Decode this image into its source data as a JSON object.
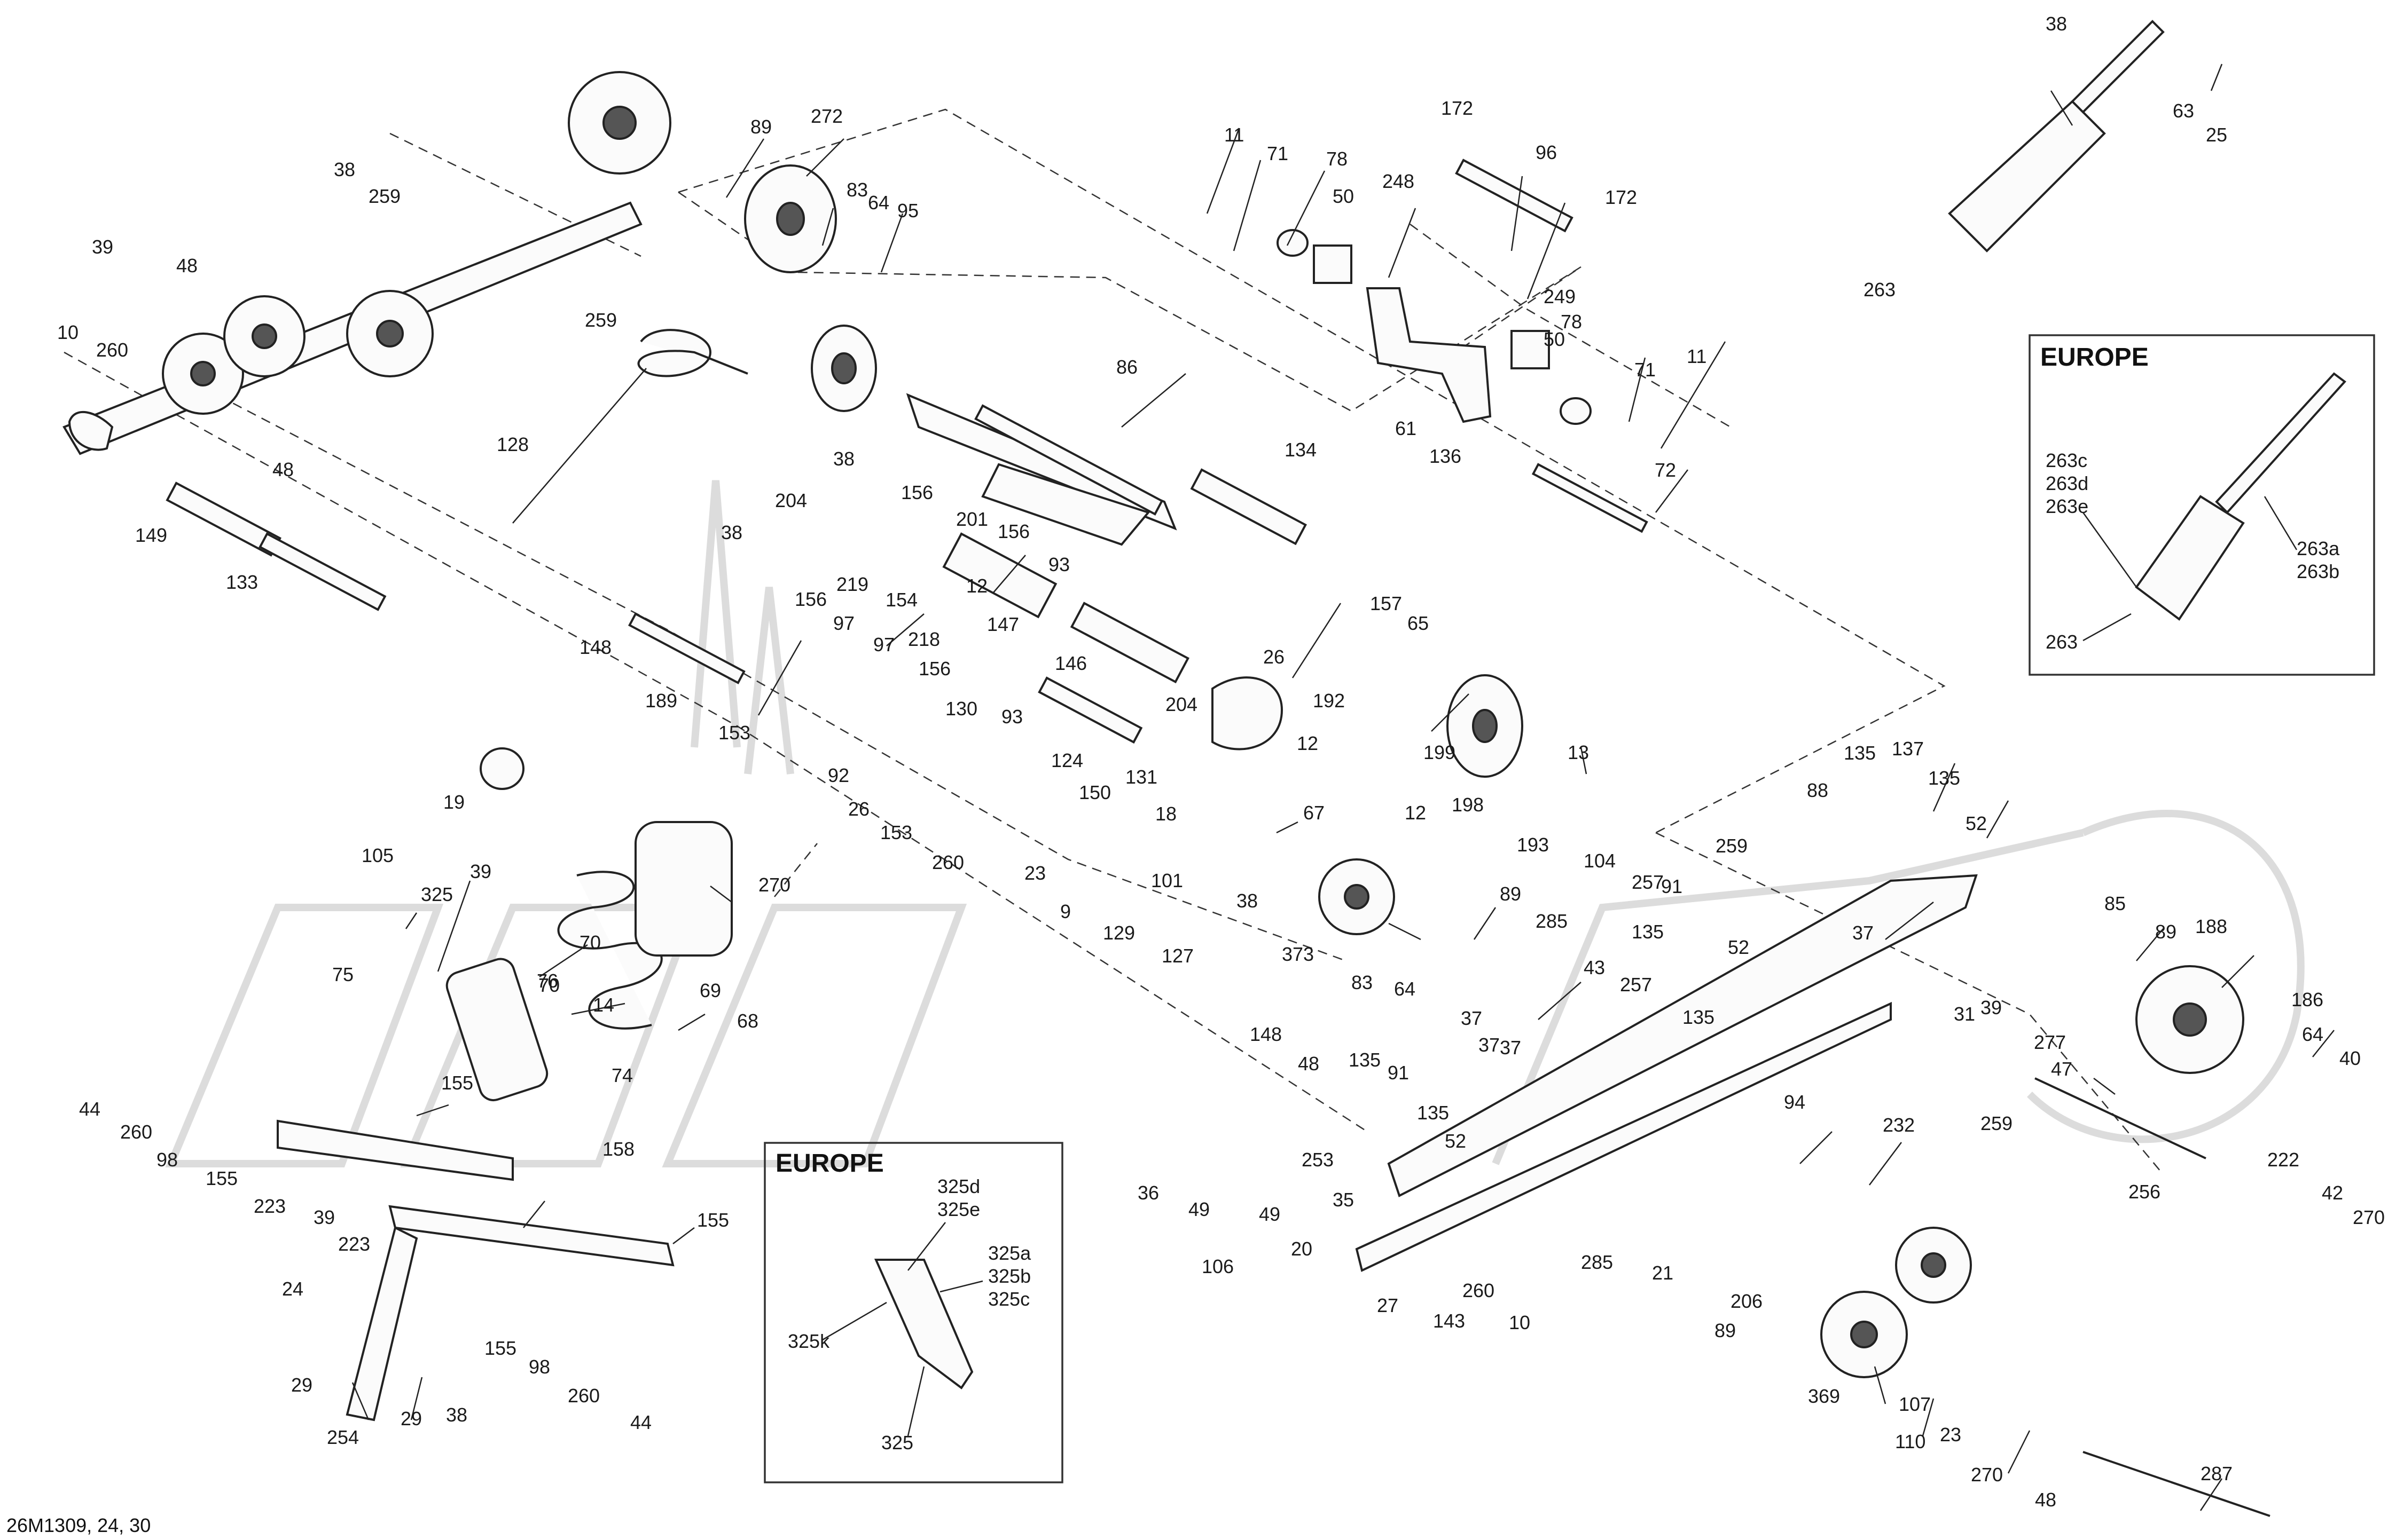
{
  "diagram": {
    "footer": "26M1309, 24, 30",
    "europe_inset_right": {
      "title": "EUROPE",
      "labels": [
        "263c",
        "263d",
        "263e",
        "263a",
        "263b",
        "263"
      ]
    },
    "europe_inset_bottom": {
      "title": "EUROPE",
      "labels": [
        "325d",
        "325e",
        "325a",
        "325b",
        "325c",
        "325k",
        "325"
      ]
    },
    "callouts": [
      {
        "id": "c001",
        "text": "38"
      },
      {
        "id": "c002",
        "text": "259"
      },
      {
        "id": "c003",
        "text": "89"
      },
      {
        "id": "c004",
        "text": "272"
      },
      {
        "id": "c005",
        "text": "83"
      },
      {
        "id": "c006",
        "text": "64"
      },
      {
        "id": "c007",
        "text": "95"
      },
      {
        "id": "c008",
        "text": "39"
      },
      {
        "id": "c009",
        "text": "48"
      },
      {
        "id": "c010",
        "text": "10"
      },
      {
        "id": "c011",
        "text": "260"
      },
      {
        "id": "c012",
        "text": "259"
      },
      {
        "id": "c013",
        "text": "11"
      },
      {
        "id": "c014",
        "text": "71"
      },
      {
        "id": "c015",
        "text": "78"
      },
      {
        "id": "c016",
        "text": "50"
      },
      {
        "id": "c017",
        "text": "248"
      },
      {
        "id": "c018",
        "text": "172"
      },
      {
        "id": "c019",
        "text": "96"
      },
      {
        "id": "c020",
        "text": "172"
      },
      {
        "id": "c021",
        "text": "38"
      },
      {
        "id": "c022",
        "text": "63"
      },
      {
        "id": "c023",
        "text": "25"
      },
      {
        "id": "c024",
        "text": "263"
      },
      {
        "id": "c025",
        "text": "249"
      },
      {
        "id": "c026",
        "text": "50"
      },
      {
        "id": "c027",
        "text": "78"
      },
      {
        "id": "c028",
        "text": "71"
      },
      {
        "id": "c029",
        "text": "11"
      },
      {
        "id": "c030",
        "text": "61"
      },
      {
        "id": "c031",
        "text": "136"
      },
      {
        "id": "c032",
        "text": "72"
      },
      {
        "id": "c033",
        "text": "86"
      },
      {
        "id": "c034",
        "text": "128"
      },
      {
        "id": "c035",
        "text": "48"
      },
      {
        "id": "c036",
        "text": "38"
      },
      {
        "id": "c037",
        "text": "156"
      },
      {
        "id": "c038",
        "text": "201"
      },
      {
        "id": "c039",
        "text": "134"
      },
      {
        "id": "c040",
        "text": "149"
      },
      {
        "id": "c041",
        "text": "133"
      },
      {
        "id": "c042",
        "text": "204"
      },
      {
        "id": "c043",
        "text": "38"
      },
      {
        "id": "c044",
        "text": "156"
      },
      {
        "id": "c045",
        "text": "93"
      },
      {
        "id": "c046",
        "text": "12"
      },
      {
        "id": "c047",
        "text": "147"
      },
      {
        "id": "c048",
        "text": "219"
      },
      {
        "id": "c049",
        "text": "156"
      },
      {
        "id": "c050",
        "text": "154"
      },
      {
        "id": "c051",
        "text": "97"
      },
      {
        "id": "c052",
        "text": "97"
      },
      {
        "id": "c053",
        "text": "218"
      },
      {
        "id": "c054",
        "text": "148"
      },
      {
        "id": "c055",
        "text": "156"
      },
      {
        "id": "c056",
        "text": "146"
      },
      {
        "id": "c057",
        "text": "157"
      },
      {
        "id": "c058",
        "text": "65"
      },
      {
        "id": "c059",
        "text": "26"
      },
      {
        "id": "c060",
        "text": "192"
      },
      {
        "id": "c061",
        "text": "189"
      },
      {
        "id": "c062",
        "text": "153"
      },
      {
        "id": "c063",
        "text": "130"
      },
      {
        "id": "c064",
        "text": "204"
      },
      {
        "id": "c065",
        "text": "93"
      },
      {
        "id": "c066",
        "text": "92"
      },
      {
        "id": "c067",
        "text": "124"
      },
      {
        "id": "c068",
        "text": "12"
      },
      {
        "id": "c069",
        "text": "199"
      },
      {
        "id": "c070",
        "text": "13"
      },
      {
        "id": "c071",
        "text": "150"
      },
      {
        "id": "c072",
        "text": "131"
      },
      {
        "id": "c073",
        "text": "26"
      },
      {
        "id": "c074",
        "text": "153"
      },
      {
        "id": "c075",
        "text": "260"
      },
      {
        "id": "c076",
        "text": "18"
      },
      {
        "id": "c077",
        "text": "12"
      },
      {
        "id": "c078",
        "text": "198"
      },
      {
        "id": "c079",
        "text": "193"
      },
      {
        "id": "c080",
        "text": "104"
      },
      {
        "id": "c081",
        "text": "257"
      },
      {
        "id": "c082",
        "text": "19"
      },
      {
        "id": "c083",
        "text": "67"
      },
      {
        "id": "c084",
        "text": "23"
      },
      {
        "id": "c085",
        "text": "9"
      },
      {
        "id": "c086",
        "text": "101"
      },
      {
        "id": "c087",
        "text": "129"
      },
      {
        "id": "c088",
        "text": "127"
      },
      {
        "id": "c089",
        "text": "38"
      },
      {
        "id": "c090",
        "text": "270"
      },
      {
        "id": "c091",
        "text": "105"
      },
      {
        "id": "c092",
        "text": "39"
      },
      {
        "id": "c093",
        "text": "325"
      },
      {
        "id": "c094",
        "text": "75"
      },
      {
        "id": "c095",
        "text": "70"
      },
      {
        "id": "c096",
        "text": "76"
      },
      {
        "id": "c097",
        "text": "70"
      },
      {
        "id": "c098",
        "text": "14"
      },
      {
        "id": "c099",
        "text": "69"
      },
      {
        "id": "c100",
        "text": "68"
      },
      {
        "id": "c101",
        "text": "74"
      },
      {
        "id": "c102",
        "text": "155"
      },
      {
        "id": "c103",
        "text": "44"
      },
      {
        "id": "c104",
        "text": "260"
      },
      {
        "id": "c105",
        "text": "98"
      },
      {
        "id": "c106",
        "text": "155"
      },
      {
        "id": "c107",
        "text": "158"
      },
      {
        "id": "c108",
        "text": "155"
      },
      {
        "id": "c109",
        "text": "223"
      },
      {
        "id": "c110",
        "text": "39"
      },
      {
        "id": "c111",
        "text": "223"
      },
      {
        "id": "c112",
        "text": "24"
      },
      {
        "id": "c113",
        "text": "29"
      },
      {
        "id": "c114",
        "text": "29"
      },
      {
        "id": "c115",
        "text": "38"
      },
      {
        "id": "c116",
        "text": "254"
      },
      {
        "id": "c117",
        "text": "155"
      },
      {
        "id": "c118",
        "text": "98"
      },
      {
        "id": "c119",
        "text": "260"
      },
      {
        "id": "c120",
        "text": "44"
      },
      {
        "id": "c121",
        "text": "373"
      },
      {
        "id": "c122",
        "text": "83"
      },
      {
        "id": "c123",
        "text": "64"
      },
      {
        "id": "c124",
        "text": "89"
      },
      {
        "id": "c125",
        "text": "285"
      },
      {
        "id": "c126",
        "text": "37"
      },
      {
        "id": "c127",
        "text": "43"
      },
      {
        "id": "c128",
        "text": "257"
      },
      {
        "id": "c129",
        "text": "148"
      },
      {
        "id": "c130",
        "text": "48"
      },
      {
        "id": "c131",
        "text": "135"
      },
      {
        "id": "c132",
        "text": "91"
      },
      {
        "id": "c133",
        "text": "135"
      },
      {
        "id": "c134",
        "text": "52"
      },
      {
        "id": "c135",
        "text": "37"
      },
      {
        "id": "c136",
        "text": "37"
      },
      {
        "id": "c137",
        "text": "253"
      },
      {
        "id": "c138",
        "text": "36"
      },
      {
        "id": "c139",
        "text": "49"
      },
      {
        "id": "c140",
        "text": "49"
      },
      {
        "id": "c141",
        "text": "106"
      },
      {
        "id": "c142",
        "text": "20"
      },
      {
        "id": "c143",
        "text": "35"
      },
      {
        "id": "c144",
        "text": "27"
      },
      {
        "id": "c145",
        "text": "143"
      },
      {
        "id": "c146",
        "text": "260"
      },
      {
        "id": "c147",
        "text": "10"
      },
      {
        "id": "c148",
        "text": "285"
      },
      {
        "id": "c149",
        "text": "21"
      },
      {
        "id": "c150",
        "text": "88"
      },
      {
        "id": "c151",
        "text": "135"
      },
      {
        "id": "c152",
        "text": "137"
      },
      {
        "id": "c153",
        "text": "135"
      },
      {
        "id": "c154",
        "text": "52"
      },
      {
        "id": "c155",
        "text": "259"
      },
      {
        "id": "c156",
        "text": "91"
      },
      {
        "id": "c157",
        "text": "135"
      },
      {
        "id": "c158",
        "text": "52"
      },
      {
        "id": "c159",
        "text": "135"
      },
      {
        "id": "c160",
        "text": "37"
      },
      {
        "id": "c161",
        "text": "85"
      },
      {
        "id": "c162",
        "text": "89"
      },
      {
        "id": "c163",
        "text": "188"
      },
      {
        "id": "c164",
        "text": "31"
      },
      {
        "id": "c165",
        "text": "39"
      },
      {
        "id": "c166",
        "text": "277"
      },
      {
        "id": "c167",
        "text": "47"
      },
      {
        "id": "c168",
        "text": "186"
      },
      {
        "id": "c169",
        "text": "64"
      },
      {
        "id": "c170",
        "text": "40"
      },
      {
        "id": "c171",
        "text": "94"
      },
      {
        "id": "c172",
        "text": "232"
      },
      {
        "id": "c173",
        "text": "259"
      },
      {
        "id": "c174",
        "text": "256"
      },
      {
        "id": "c175",
        "text": "222"
      },
      {
        "id": "c176",
        "text": "42"
      },
      {
        "id": "c177",
        "text": "270"
      },
      {
        "id": "c178",
        "text": "206"
      },
      {
        "id": "c179",
        "text": "89"
      },
      {
        "id": "c180",
        "text": "369"
      },
      {
        "id": "c181",
        "text": "107"
      },
      {
        "id": "c182",
        "text": "110"
      },
      {
        "id": "c183",
        "text": "23"
      },
      {
        "id": "c184",
        "text": "270"
      },
      {
        "id": "c185",
        "text": "48"
      },
      {
        "id": "c186",
        "text": "287"
      }
    ]
  }
}
